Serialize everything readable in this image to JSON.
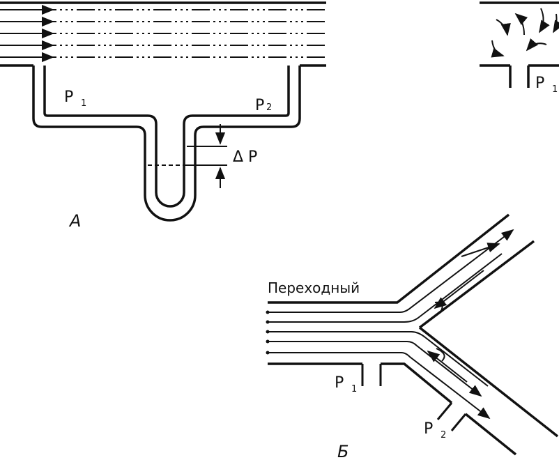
{
  "panel_a": {
    "caption": "А",
    "p1_label": "P",
    "p1_sub": "1",
    "p2_label": "P",
    "p2_sub": "2",
    "delta_label": "Δ P"
  },
  "panel_b": {
    "caption": "Б",
    "flow_label": "Переходный",
    "p1_label": "P",
    "p1_sub": "1",
    "p2_label": "P",
    "p2_sub": "2"
  },
  "panel_c": {
    "p1_label": "P",
    "p1_sub": "1"
  },
  "colors": {
    "ink": "#111111",
    "paper": "#ffffff"
  }
}
